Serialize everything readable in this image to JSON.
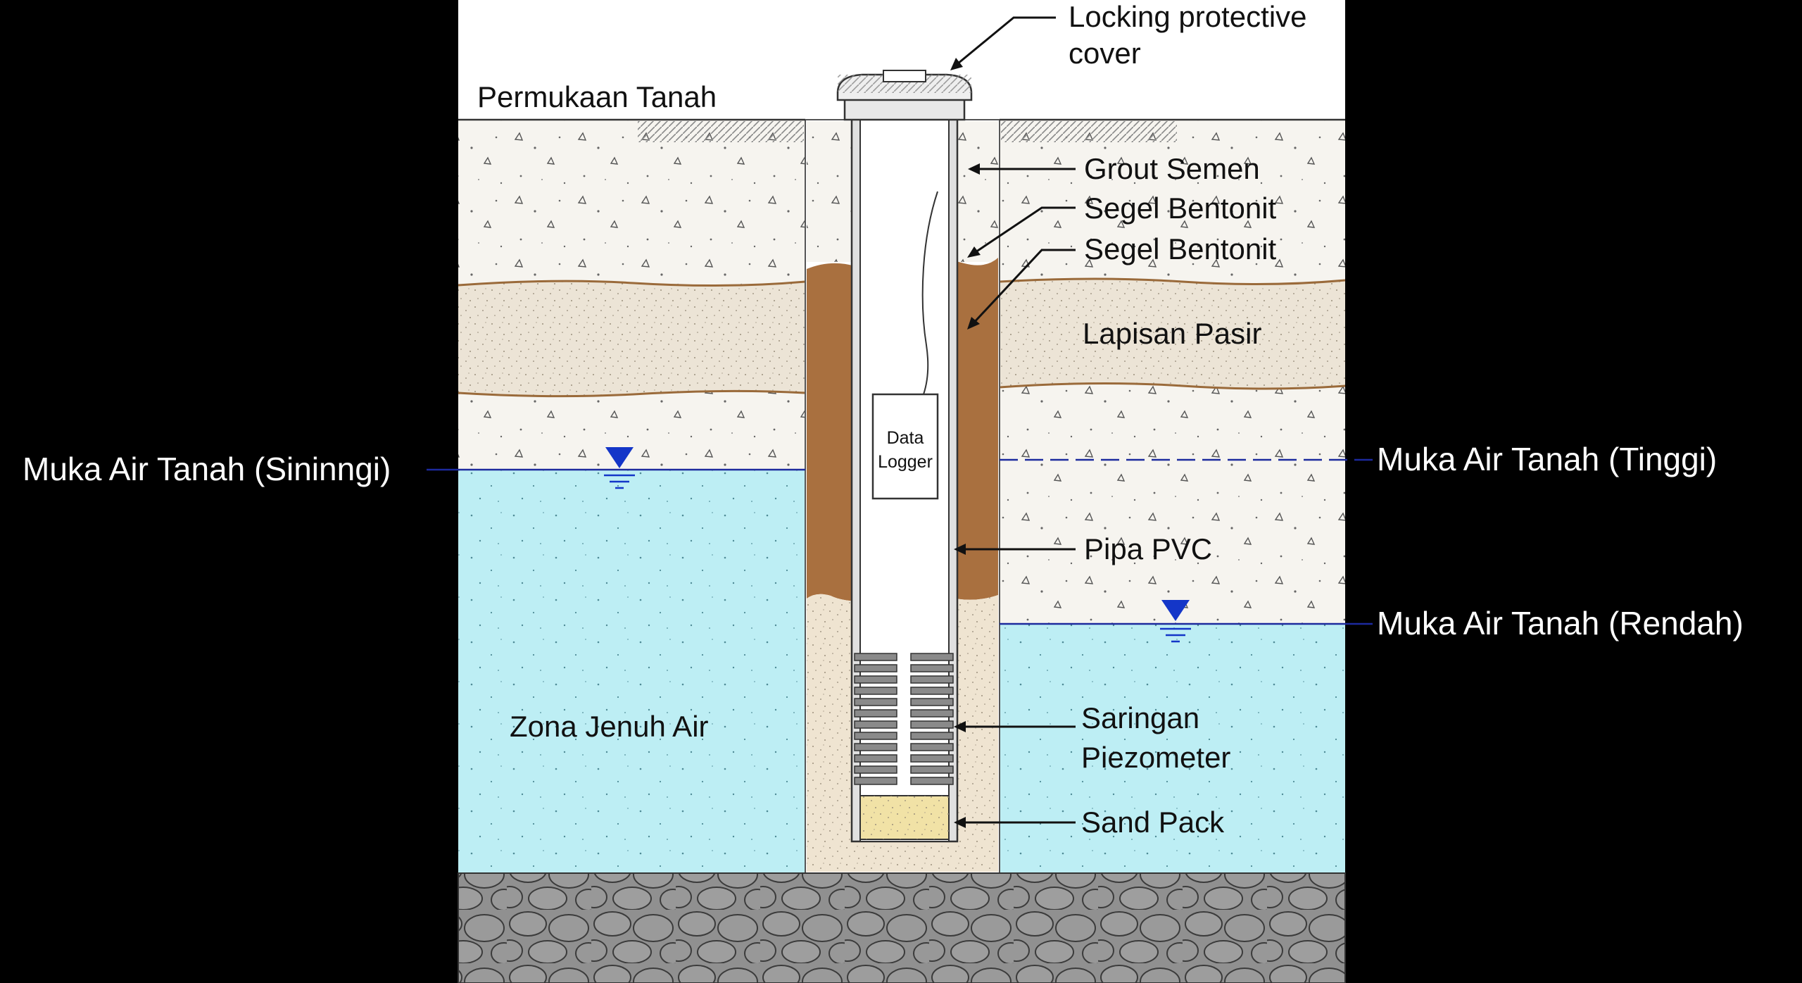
{
  "labels": {
    "cover": [
      "Locking protective",
      "cover"
    ],
    "ground_surface": "Permukaan Tanah",
    "grout": "Grout Semen",
    "bentonite_1": "Segel Bentonit",
    "bentonite_2": "Segel Bentonit",
    "sand_layer": "Lapisan Pasir",
    "data_logger": [
      "Data",
      "Logger"
    ],
    "pvc_pipe": "Pipa PVC",
    "screen": [
      "Saringan",
      "Piezometer"
    ],
    "sand_pack": "Sand Pack",
    "saturated_zone": "Zona Jenuh Air",
    "water_table_left": "Muka Air Tanah (Sininngi)",
    "water_table_high": "Muka Air Tanah (Tinggi)",
    "water_table_low": "Muka Air Tanah (Rendah)"
  },
  "colors": {
    "background": "#000000",
    "sky": "#ffffff",
    "soil": "#f6f4ef",
    "sand_layer": "#ece4d6",
    "bentonite": "#a9703f",
    "sand_pack_annulus": "#efe4d1",
    "sand_pack_bottom": "#f1e2a6",
    "water": "#bdeef4",
    "rock": "#8e8e8e",
    "water_table_line": "#1c2a9e",
    "marker": "#1436c8"
  }
}
